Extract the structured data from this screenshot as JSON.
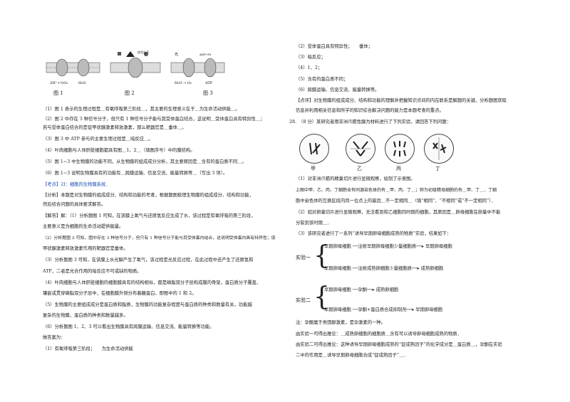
{
  "figures": {
    "fig1_caption": "图 1",
    "fig2_caption": "图 2",
    "fig3_caption": "图 3"
  },
  "left_lines": [
    "（1）图 1 表示的生理过程是＿有氧呼吸第三阶段＿，其主要的生理意义在于＿为生命活动供能＿。",
    "（2）图 2 中存在 3 种信号分子，但只有 1 种信号分子能与其受体蛋白结合，这说明＿受体蛋白具有特异性＿；",
    "若与受体蛋白结合的是促甲状腺激素释放激素，那么靶器官是＿垂体＿。",
    "（3）图 3 中 ATP 参与的主要生理过程是＿暗反应＿。",
    "（4）叶肉细胞与人体肝脏细胞都具有图＿1、2＿（填图序号）中的膜结构。",
    "（5）图 1~3 中生物膜的功能不同，从生物膜的组成成分分析，其主要原因是＿含有的蛋白质不同＿。",
    "（6）图 1~3 说明生物膜具有的功能有＿跨膜运输、信息交流、能量转换等＿（写出 3 项）。",
    "【考点】2I：细胞的生物膜系统．",
    "【分析】本题是对生物膜的组成成分、结构和功能的考查，根据题图梳理生物膜的组成成分、结构和功能，",
    "然后结合问题的具体要求解答。",
    "【解答】解：（1）分析题图 1 可知，在该膜上氧气与还原氢反应生成了水，该过程是有氧呼吸的第三阶段，",
    "主要意义是为细胞的生命活动提供能量。",
    "（2）分析题图 2 可知，图中存在 3 种信号分子，但只有 1 种信号分子能与其受体蛋白结合，这说明受体蛋白具有特异性；促",
    "甲状腺激素释放激素作用的靶器官是垂体。",
    "（3）分析题图 3 可知，在该膜上水光解产生了氧气，该过程是光反应过程，在此过程中还产生了还原氢和",
    "ATP，二者是光合作用的暗反应不可或缺的物质。",
    "（4）叶肉细胞与人体肝脏细胞的细胞膜具有的结构相似，都是磷脂双分子层构成膜的骨架，蛋白质分子覆盖、",
    "镶嵌或贯穿磷脂双分子层中，在细胞膜外侧分布着糖蛋白，即图中的 1 和 2。",
    "（5）生物膜的主要组成成分是蛋白质和脂质，生物膜的功能复杂程度与蛋白质的种类和数量有关，功能越",
    "复杂的生物膜，蛋白质的种类和数量越多。",
    "（6）分析题图 1、2、3 可以看出生物膜具有跨膜运输、信息交流、能量转换等功能。",
    "故答案为：",
    "（1）有氧呼吸第三阶段；　　为生命活动供能"
  ],
  "right_lines": [
    "（2）受体蛋白具有特异性；　　垂体；",
    "（3）暗反应；",
    "（4）1、2；",
    "（5）含有的蛋白质不同；",
    "（6）跨膜运输、信息交流、能量转换等。",
    "【点评】对生物膜的组成成分、结构和功能的理解并把握知识点间的内在联系是解题的关键，分析题图获取",
    "信息并利用相关信息和所学的知识综合解决问题的能力是本题考查的重点。",
    "28.　（8 分）某研究者用非洲爪蟾性腺为材料进行了下列实验，请回答下列问题："
  ],
  "cells": [
    "甲",
    "乙",
    "丙",
    "丁"
  ],
  "right_lines2": [
    "（1）对非洲爪蟾的精巢切片进行显微观察，绘制了示意图。",
    "上图中甲、乙、丙、丁细胞含有同源染色体的有＿甲、丙、丁＿；称为初级精母细胞的有＿甲、丁＿．丁细",
    "胞中染色体的互换区段内同一位点上的基因＿不一定相同＿（填“相同”、“不相同”或“不一定相同”）．",
    "（2）如对卵巢切片进行显微观察，无法看到和乙细胞同时期的细胞，其原因是＿卵母细胞在卵巢中不能",
    "分裂到该时期＿．",
    "（3）该研究者进行了一系列“诱导早期卵母细胞成熟的物质”实验，结果如下："
  ],
  "exp1": {
    "label": "实验一",
    "rows": [
      "早期卵母细胞 ──注射早期卵母细胞少量细胞质──▸ 早期卵母细胞",
      "早期卵母细胞 ──注射成熟卵细胞少量细胞质──▸ 成熟卵细胞"
    ]
  },
  "exp2": {
    "label": "实验二",
    "rows": [
      "早期卵母细胞 ──孕酮──▸ 成熟卵细胞",
      "早期卵母细胞 ──孕酮+蛋白质合成抑制剂──▸ 早期卵母细胞"
    ]
  },
  "right_lines3": [
    "注：孕酮属于类固醇激素，是孕激素的一种。",
    "由实验一可得出推论：＿成熟卵细胞的细胞质＿含有可以诱导卵母细胞成熟的物质．",
    "由实验二可得出推论：这种诱导早期卵母细胞成熟的“促成熟因子”的化学成分是＿蛋白质＿，孕酮在实验",
    "二中的作用是＿诱导早期卵母细胞合成“促成熟因子”＿．"
  ]
}
